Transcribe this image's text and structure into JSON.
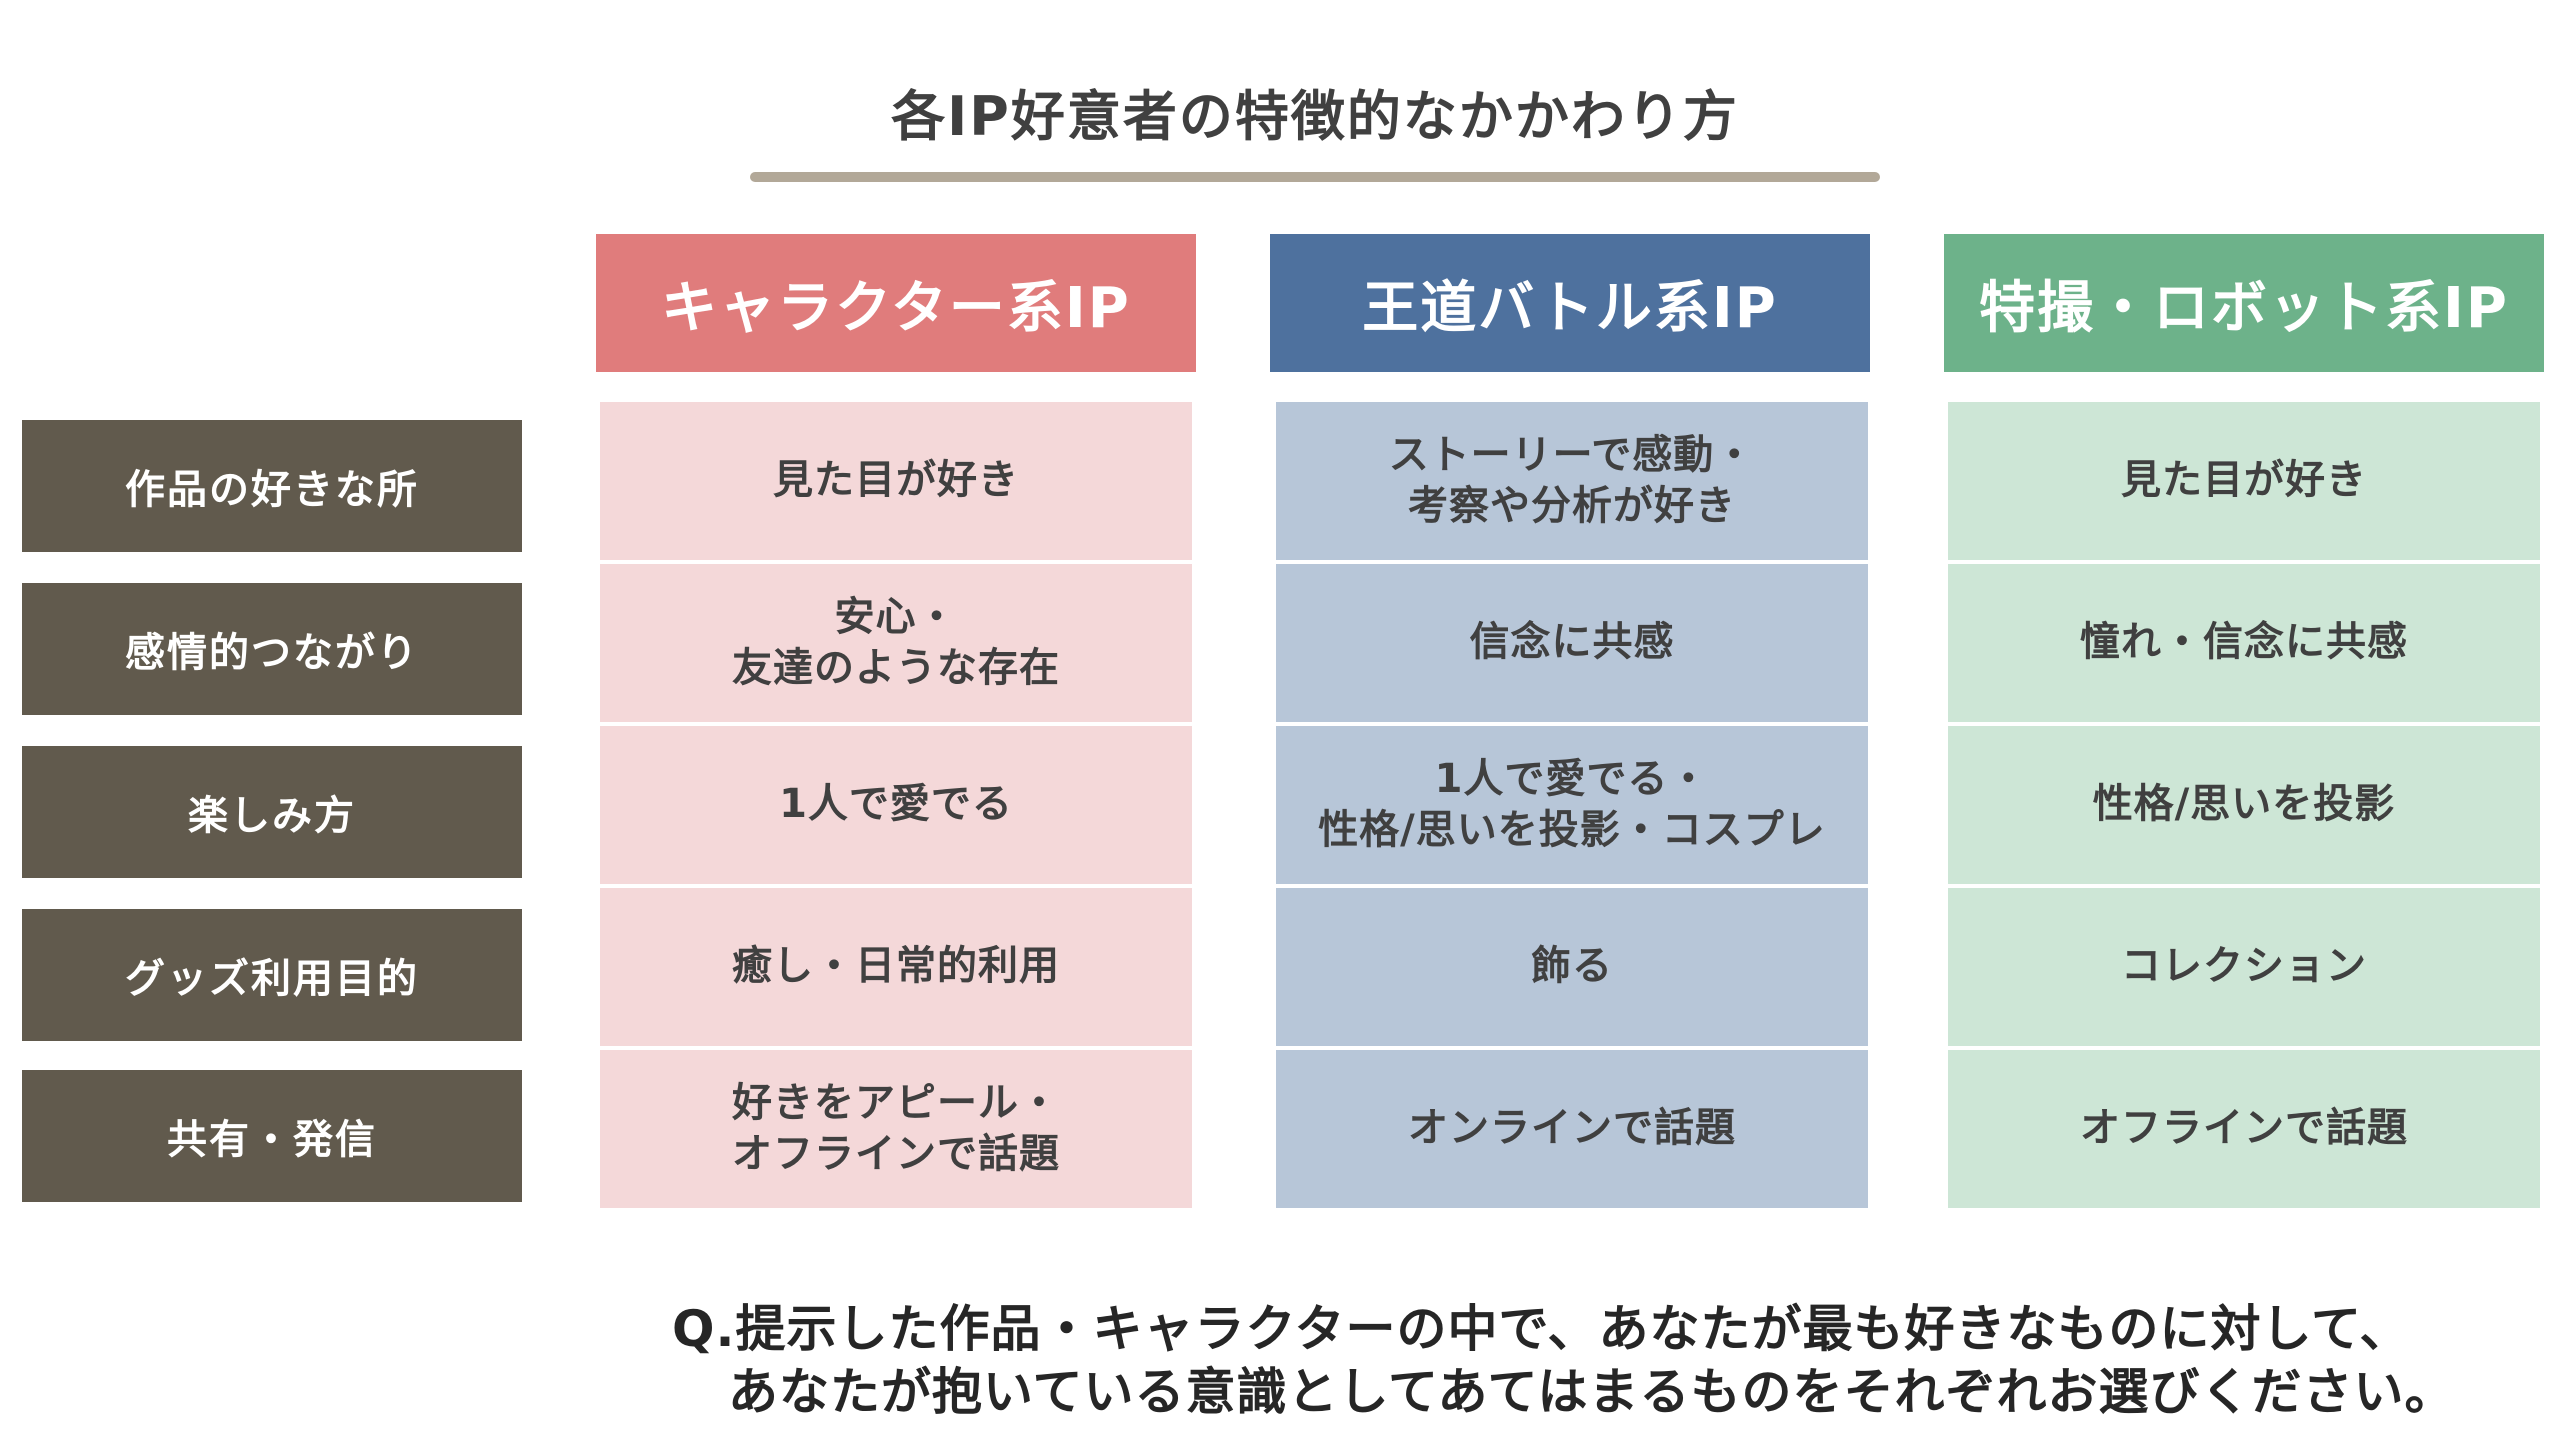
{
  "title": "各IP好意者の特徴的なかかわり方",
  "colors": {
    "character": "#e07c7c",
    "character_cell": "#f4d8d9",
    "battle": "#4e719e",
    "battle_cell": "#b7c6d8",
    "tokusatsu": "#6db28a",
    "tokusatsu_cell": "#cde6d6",
    "row_label": "#615a4d",
    "rule": "#b2a898"
  },
  "columns": [
    {
      "key": "character",
      "label": "キャラクター系IP"
    },
    {
      "key": "battle",
      "label": "王道バトル系IP"
    },
    {
      "key": "tokusatsu",
      "label": "特撮・ロボット系IP"
    }
  ],
  "rows": [
    {
      "label": "作品の好きな所",
      "cells": [
        "見た目が好き",
        "ストーリーで感動・\n考察や分析が好き",
        "見た目が好き"
      ]
    },
    {
      "label": "感情的つながり",
      "cells": [
        "安心・\n友達のような存在",
        "信念に共感",
        "憧れ・信念に共感"
      ]
    },
    {
      "label": "楽しみ方",
      "cells": [
        "1人で愛でる",
        "1人で愛でる・\n性格/思いを投影・コスプレ",
        "性格/思いを投影"
      ]
    },
    {
      "label": "グッズ利用目的",
      "cells": [
        "癒し・日常的利用",
        "飾る",
        "コレクション"
      ]
    },
    {
      "label": "共有・発信",
      "cells": [
        "好きをアピール・\nオフラインで話題",
        "オンラインで話題",
        "オフラインで話題"
      ]
    }
  ],
  "question": {
    "line1": "Q.提示した作品・キャラクターの中で、あなたが最も好きなものに対して、",
    "line2": "あなたが抱いている意識としてあてはまるものをそれぞれお選びください。"
  }
}
